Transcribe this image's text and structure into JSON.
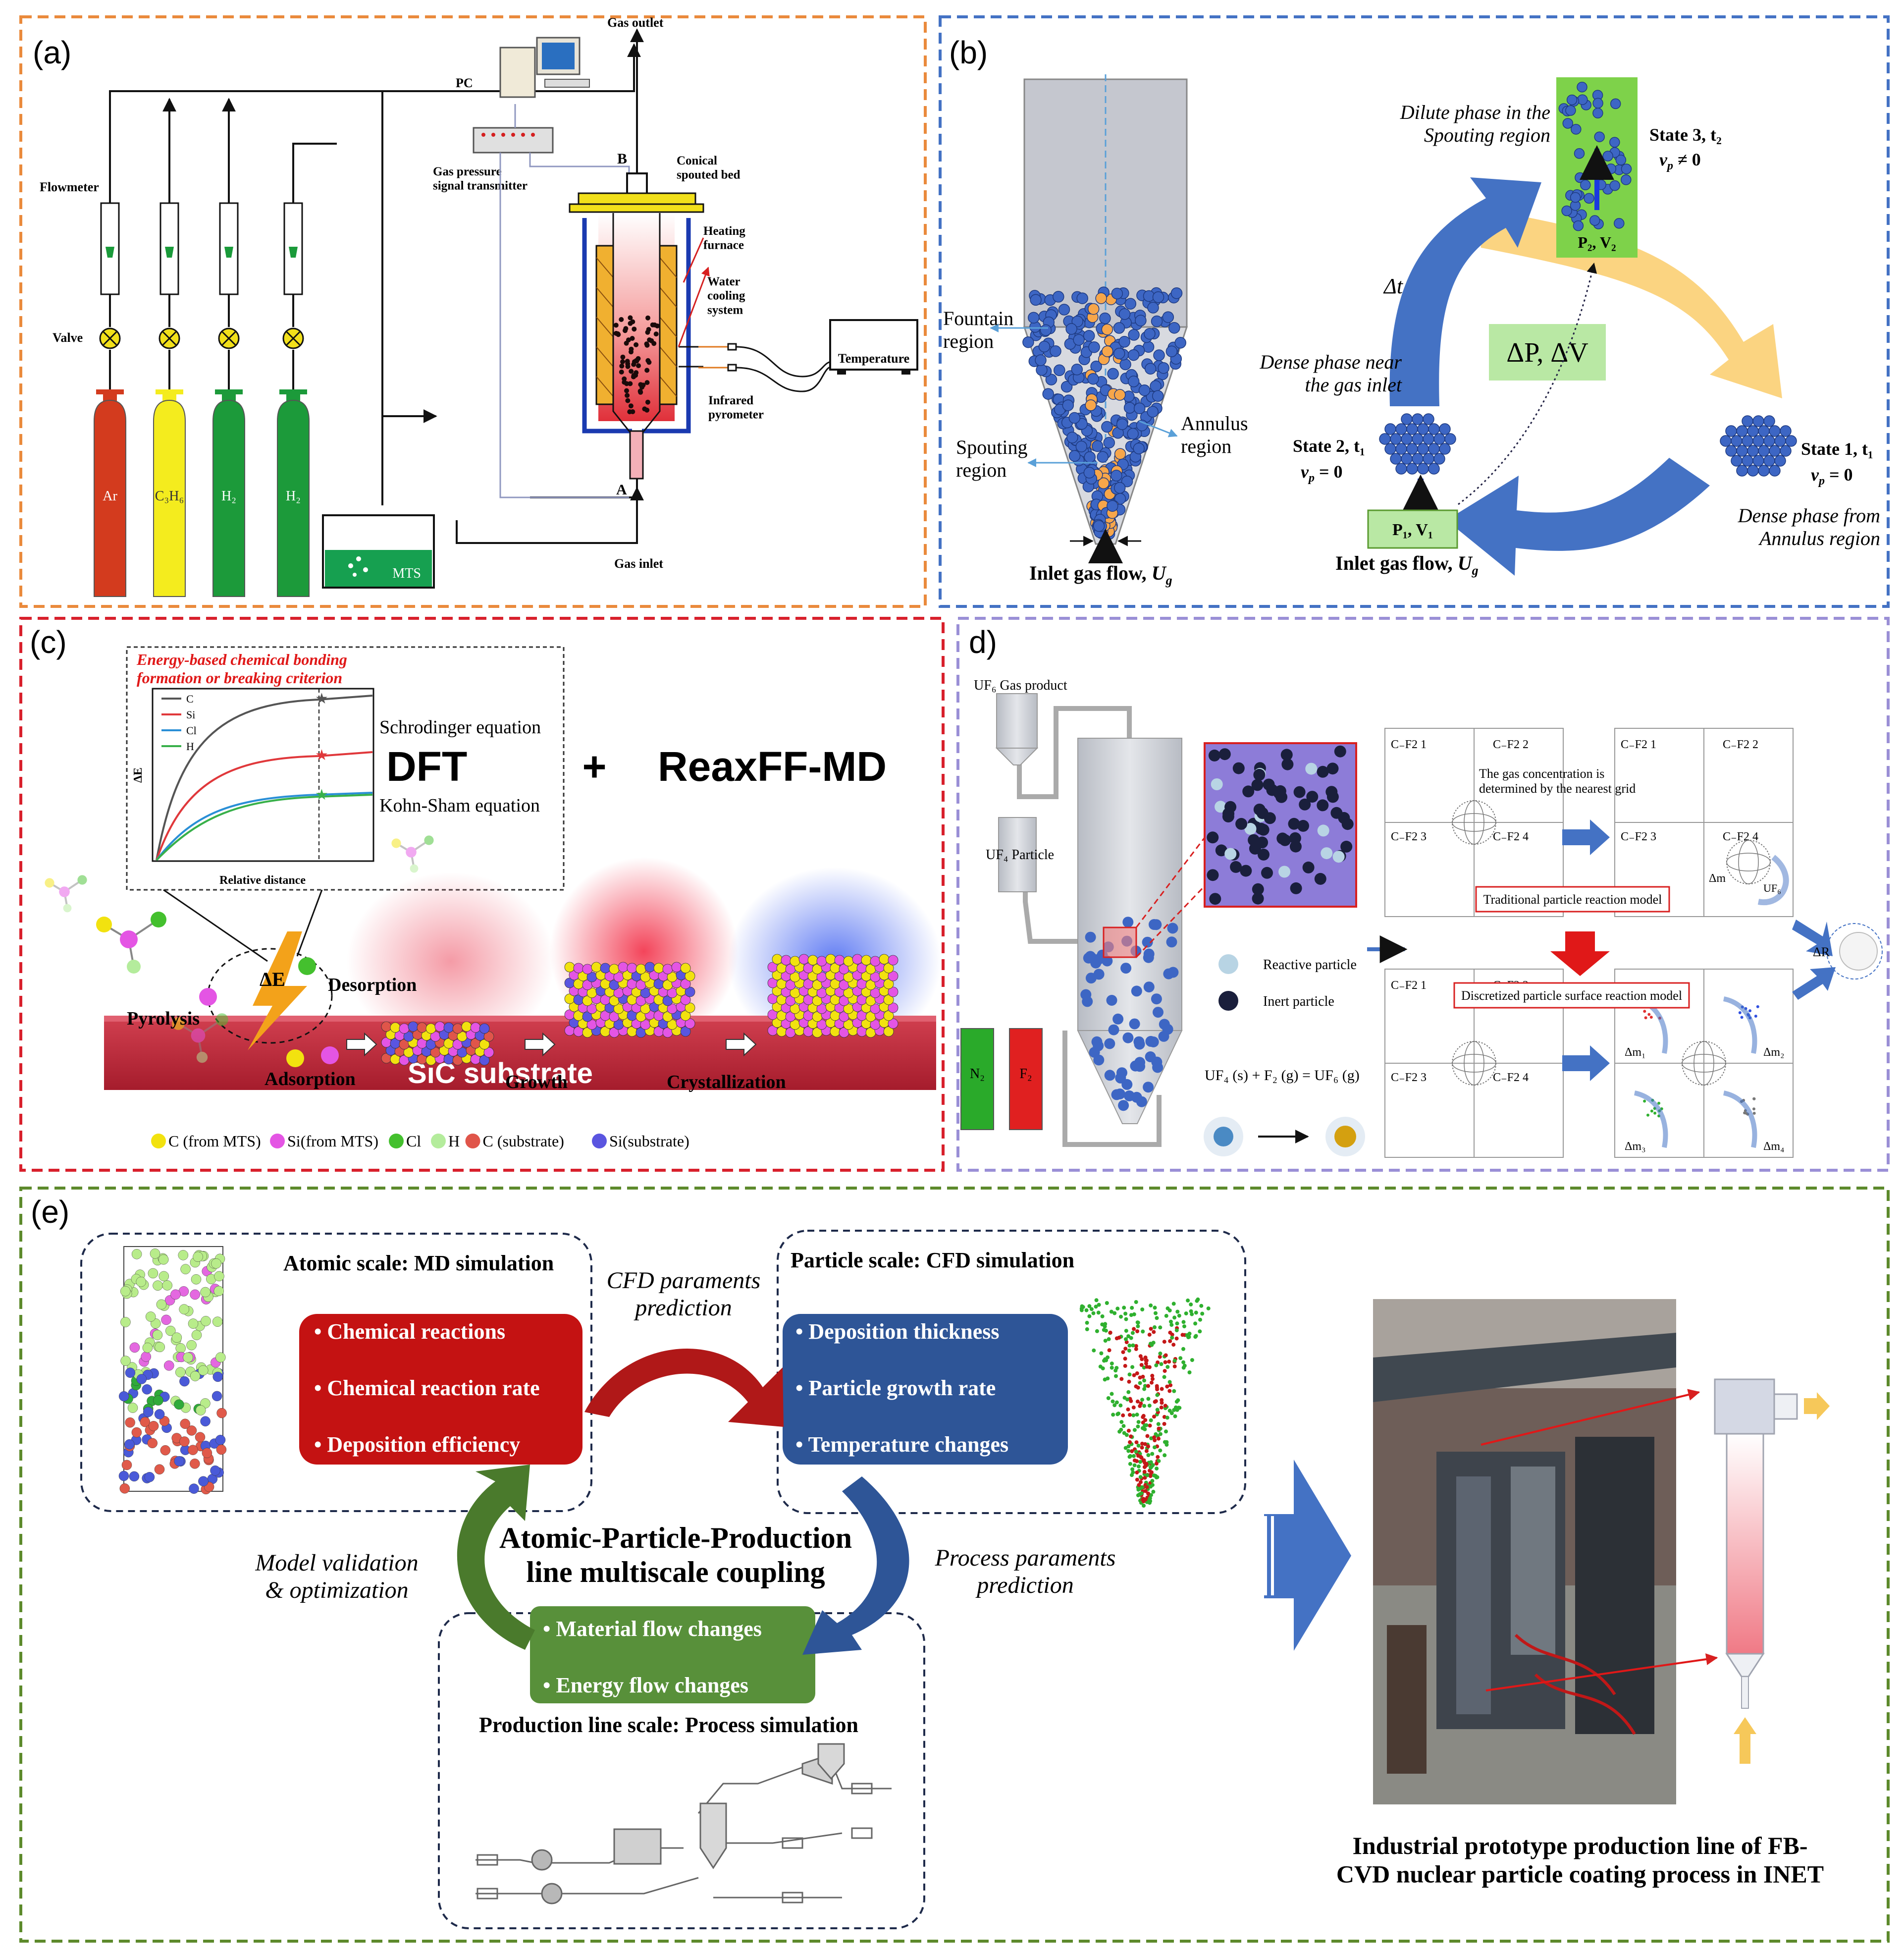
{
  "colors": {
    "frame_a": "#ea8a3c",
    "frame_b": "#4472c4",
    "frame_c": "#d8202c",
    "frame_d": "#9a8fd6",
    "frame_e": "#5d8a2c",
    "particle_blue": "#3d66c4",
    "reaction_red": "#c41212",
    "cfd_blue": "#2e5597",
    "process_green": "#58903a",
    "arrow_blue": "#4472c4"
  },
  "panel_a": {
    "label": "(a)",
    "texts": {
      "pc": "PC",
      "transmitter": "Gas pressure\nsignal transmitter",
      "flowmeter": "Flowmeter",
      "valve": "Valve",
      "gas_outlet": "Gas outlet",
      "point_b": "B",
      "point_a": "A",
      "conical": "Conical\nspouted bed",
      "furnace": "Heating\nfurnace",
      "cooling": "Water\ncooling\nsystem",
      "temperature": "Temperature",
      "pyrometer": "Infrared\npyrometer",
      "gas_inlet": "Gas inlet",
      "mts": "MTS"
    },
    "cylinders": [
      {
        "label": "Ar",
        "color": "#d33b1e"
      },
      {
        "label": "C₃H₆",
        "color": "#f4ec1e"
      },
      {
        "label": "H₂",
        "color": "#1c9a3a"
      },
      {
        "label": "H₂",
        "color": "#1c9a3a"
      }
    ]
  },
  "panel_b": {
    "label": "(b)",
    "texts": {
      "fountain": "Fountain\nregion",
      "annulus": "Annulus\nregion",
      "spouting": "Spouting\nregion",
      "inlet_left": "Inlet gas flow, ",
      "inlet_right": "Inlet gas flow, ",
      "ug": "U",
      "dilute": "Dilute phase in the\nSpouting region",
      "state3": "State 3, t₂",
      "state2": "State 2, t₁",
      "state1": "State 1, t₁",
      "vp_ne": "v",
      "vp_eq": "v",
      "p2v2": "P₂, V₂",
      "p1v1": "P₁, V₁",
      "dpdv": "ΔP, ΔV",
      "dt": "Δt",
      "dense_inlet": "Dense phase near\nthe gas inlet",
      "dense_annulus": "Dense phase from\nAnnulus region"
    }
  },
  "panel_c": {
    "label": "(c)",
    "texts": {
      "criterion": "Energy-based chemical bonding\nformation or breaking criterion",
      "schrodinger": "Schrodinger equation",
      "kohn": "Kohn-Sham equation",
      "dft": "DFT",
      "plus": "+",
      "reaxff": "ReaxFF-MD",
      "delta_e_axis": "ΔE",
      "relative_distance": "Relative distance",
      "delta_e_bolt": "ΔE",
      "pyrolysis": "Pyrolysis",
      "desorption": "Desorption",
      "adsorption": "Adsorption",
      "growth": "Growth",
      "crystallization": "Crystallization",
      "substrate": "SiC substrate"
    },
    "inset_legend": [
      {
        "label": "C",
        "color": "#555555"
      },
      {
        "label": "Si",
        "color": "#e0383b"
      },
      {
        "label": "Cl",
        "color": "#2a8fd6"
      },
      {
        "label": "H",
        "color": "#38b04a"
      }
    ],
    "legend": [
      {
        "label": "C (from MTS)",
        "color": "#f2e20f"
      },
      {
        "label": "Si(from MTS)",
        "color": "#e455e4"
      },
      {
        "label": "Cl",
        "color": "#44c02e"
      },
      {
        "label": "H",
        "color": "#b4ec9c"
      },
      {
        "label": "C (substrate)",
        "color": "#e0554a"
      },
      {
        "label": "Si(substrate)",
        "color": "#5a55e0"
      }
    ]
  },
  "panel_d": {
    "label": "d)",
    "texts": {
      "uf6": "UF₆ Gas product",
      "uf4": "UF₄ Particle",
      "n2": "N₂",
      "f2": "F₂",
      "reactive": "Reactive particle",
      "inert": "Inert particle",
      "equation": "UF₄ (s) + F₂ (g) = UF₆ (g)",
      "grid_note": "The gas concentration is\ndetermined by the nearest grid",
      "traditional": "Traditional particle reaction model",
      "discretized": "Discretized particle surface reaction model",
      "cf1": "C",
      "dm": "Δm",
      "uf6_small": "UF₆",
      "dr": "ΔR",
      "dm1": "Δm₁",
      "dm2": "Δm₂",
      "dm3": "Δm₃",
      "dm4": "Δm₄"
    },
    "cells": [
      "C₋F2 1",
      "C₋F2 2",
      "C₋F2 3",
      "C₋F2 4"
    ]
  },
  "panel_e": {
    "label": "(e)",
    "texts": {
      "atomic_title": "Atomic scale: MD simulation",
      "particle_title": "Particle scale: CFD simulation",
      "production_title": "Production line scale: Process simulation",
      "cfd_pred": "CFD paraments\nprediction",
      "process_pred": "Process paraments\nprediction",
      "model_val": "Model validation\n& optimization",
      "center": "Atomic-Particle-Production\nline multiscale coupling",
      "caption": "Industrial prototype production line of FB-\nCVD nuclear particle coating process in INET"
    },
    "red_items": [
      "Chemical reactions",
      "Chemical reaction rate",
      "Deposition efficiency"
    ],
    "blue_items": [
      "Deposition thickness",
      "Particle growth rate",
      "Temperature changes"
    ],
    "green_items": [
      "Material flow changes",
      "Energy flow changes"
    ]
  }
}
